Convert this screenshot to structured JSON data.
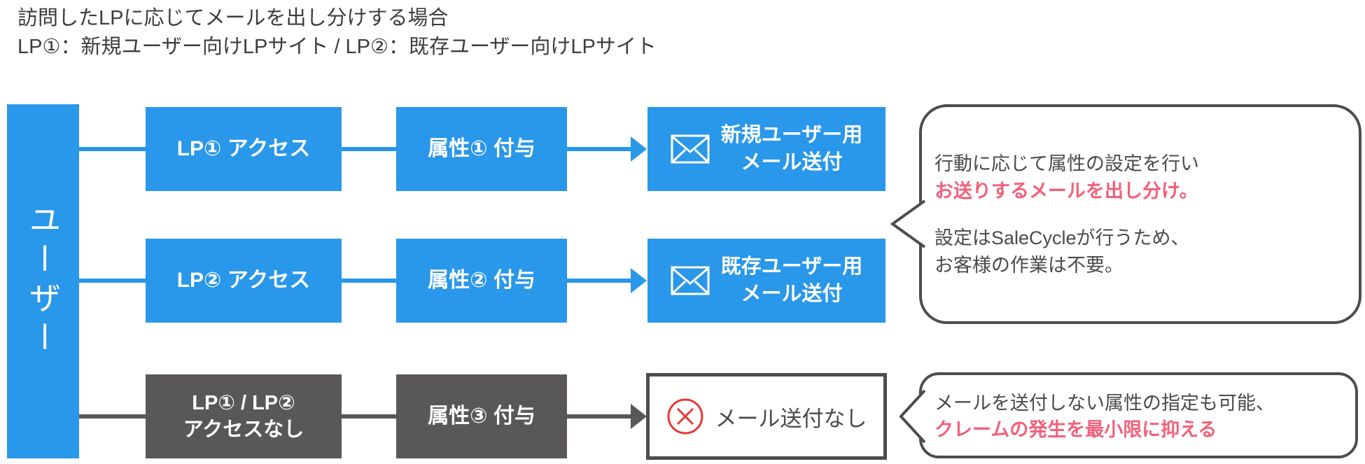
{
  "title": {
    "line1": "訪問したLPに応じてメールを出し分けする場合",
    "line2": "LP①：新規ユーザー向けLPサイト / LP②：既存ユーザー向けLPサイト"
  },
  "user_bar": {
    "label": "ユーザー"
  },
  "flow": {
    "rows": [
      {
        "access": "LP① アクセス",
        "attribute": "属性① 付与",
        "result_line1": "新規ユーザー用",
        "result_line2": "メール送付"
      },
      {
        "access": "LP② アクセス",
        "attribute": "属性② 付与",
        "result_line1": "既存ユーザー用",
        "result_line2": "メール送付"
      },
      {
        "access_line1": "LP① / LP②",
        "access_line2": "アクセスなし",
        "attribute": "属性③ 付与",
        "result": "メール送付なし"
      }
    ]
  },
  "bubbles": {
    "mail": {
      "line1": "行動に応じて属性の設定を行い",
      "line2": "お送りするメールを出し分け。",
      "line3": "設定はSaleCycleが行うため、",
      "line4": "お客様の作業は不要。"
    },
    "no_mail": {
      "line1": "メールを送付しない属性の指定も可能、",
      "line2": "クレームの発生を最小限に抑える"
    }
  },
  "icons": {
    "mail_row": "envelope-icon",
    "no_mail_row": "crossed-circle-icon"
  },
  "colors": {
    "blue": "#2997EA",
    "dark_gray": "#595757",
    "pink": "#F2617A",
    "red": "#E53935",
    "bubble_border": "#4D4D4D"
  }
}
